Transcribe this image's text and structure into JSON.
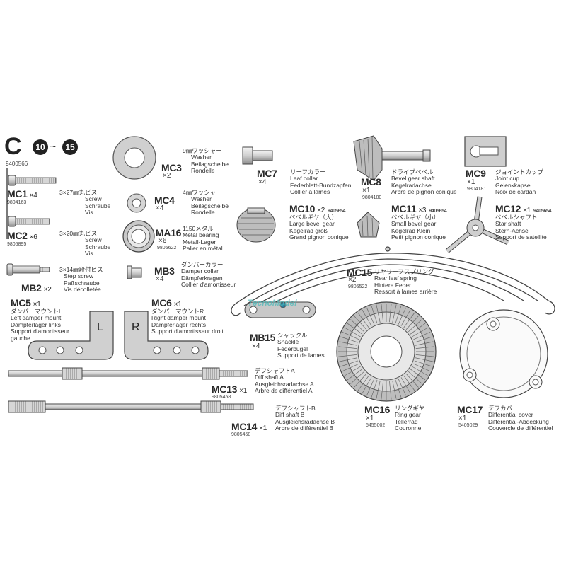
{
  "header": {
    "step_letter": "C",
    "step_from": "10",
    "step_tilde": "~",
    "step_to": "15",
    "sheet_number": "9400566"
  },
  "watermark": "TecnoModel",
  "parts": {
    "mc1": {
      "code": "MC1",
      "qty": "×4",
      "number": "9804163",
      "jp": "3×27㎜丸ビス",
      "lines": [
        "Screw",
        "Schraube",
        "Vis"
      ]
    },
    "mc2": {
      "code": "MC2",
      "qty": "×6",
      "number": "9805895",
      "jp": "3×20㎜丸ビス",
      "lines": [
        "Screw",
        "Schraube",
        "Vis"
      ]
    },
    "mb2": {
      "code": "MB2",
      "qty": "×2",
      "jp": "3×14㎜段付ビス",
      "lines": [
        "Step screw",
        "Paßschraube",
        "Vis décolletée"
      ]
    },
    "mc3": {
      "code": "MC3",
      "qty": "×2",
      "jp": "9㎜ワッシャー",
      "lines": [
        "Washer",
        "Beilagscheibe",
        "Rondelle"
      ]
    },
    "mc4": {
      "code": "MC4",
      "qty": "×4",
      "jp": "4㎜ワッシャー",
      "lines": [
        "Washer",
        "Beilagscheibe",
        "Rondelle"
      ]
    },
    "ma16": {
      "code": "MA16",
      "qty": "×6",
      "number": "9805622",
      "jp": "1150メタル",
      "lines": [
        "Metal bearing",
        "Metall-Lager",
        "Palier en métal"
      ]
    },
    "mb3": {
      "code": "MB3",
      "qty": "×4",
      "jp": "ダンパーカラー",
      "lines": [
        "Damper collar",
        "Dämpferkragen",
        "Collier d'amortisseur"
      ]
    },
    "mc7": {
      "code": "MC7",
      "qty": "×4",
      "jp": "リーフカラー",
      "lines": [
        "Leaf collar",
        "Federblatt-Bundzapfen",
        "Collier à lames"
      ]
    },
    "mc8": {
      "code": "MC8",
      "qty": "×1",
      "number": "9804180",
      "jp": "ドライブベベル",
      "lines": [
        "Bevel gear shaft",
        "Kegelradachse",
        "Arbre de pignon conique"
      ]
    },
    "mc9": {
      "code": "MC9",
      "qty": "×1",
      "number": "9804181",
      "jp": "ジョイントカップ",
      "lines": [
        "Joint cup",
        "Gelenkkapsel",
        "Noix de cardan"
      ]
    },
    "mc10": {
      "code": "MC10",
      "qty": "×2",
      "number": "9405654",
      "jp": "ベベルギヤ（大）",
      "lines": [
        "Large bevel gear",
        "Kegelrad groß",
        "Grand pignon conique"
      ]
    },
    "mc11": {
      "code": "MC11",
      "qty": "×3",
      "number": "9405654",
      "jp": "ベベルギヤ（小）",
      "lines": [
        "Small bevel gear",
        "Kegelrad Klein",
        "Petit pignon conique"
      ]
    },
    "mc12": {
      "code": "MC12",
      "qty": "×1",
      "number": "9405654",
      "jp": "ベベルシャフト",
      "lines": [
        "Star shaft",
        "Stern-Achse",
        "Support de satellite"
      ]
    },
    "mc15": {
      "code": "MC15",
      "qty": "×2",
      "number": "9805522",
      "jp": "リヤリーフスプリング",
      "lines": [
        "Rear leaf spring",
        "Hintere Feder",
        "Ressort à lames arrière"
      ]
    },
    "mc5": {
      "code": "MC5",
      "qty": "×1",
      "jp": "ダンパーマウントL",
      "lines": [
        "Left damper mount",
        "Dämpferlager links",
        "Support d'amortisseur",
        "gauche"
      ],
      "letter": "L"
    },
    "mc6": {
      "code": "MC6",
      "qty": "×1",
      "jp": "ダンパーマウントR",
      "lines": [
        "Right damper mount",
        "Dämpferlager rechts",
        "Support d'amortisseur droit"
      ],
      "letter": "R"
    },
    "mb15": {
      "code": "MB15",
      "qty": "×4",
      "jp": "シャックル",
      "lines": [
        "Shackle",
        "Federbügel",
        "Support de lames"
      ]
    },
    "mc13": {
      "code": "MC13",
      "qty": "×1",
      "number": "9805458",
      "jp": "デフシャフトA",
      "lines": [
        "Diff shaft A",
        "Ausgleichsradachse A",
        "Arbre de différentiel A"
      ]
    },
    "mc14": {
      "code": "MC14",
      "qty": "×1",
      "number": "9805458",
      "jp": "デフシャフトB",
      "lines": [
        "Diff shaft B",
        "Ausgleichsradachse B",
        "Arbre de différentiel B"
      ]
    },
    "mc16": {
      "code": "MC16",
      "qty": "×1",
      "number": "5455002",
      "jp": "リングギヤ",
      "lines": [
        "Ring gear",
        "Tellerrad",
        "Couronne"
      ]
    },
    "mc17": {
      "code": "MC17",
      "qty": "×1",
      "number": "5405029",
      "jp": "デフカバー",
      "lines": [
        "Differential cover",
        "Differential-Abdeckung",
        "Couvercle de différentiel"
      ]
    }
  }
}
